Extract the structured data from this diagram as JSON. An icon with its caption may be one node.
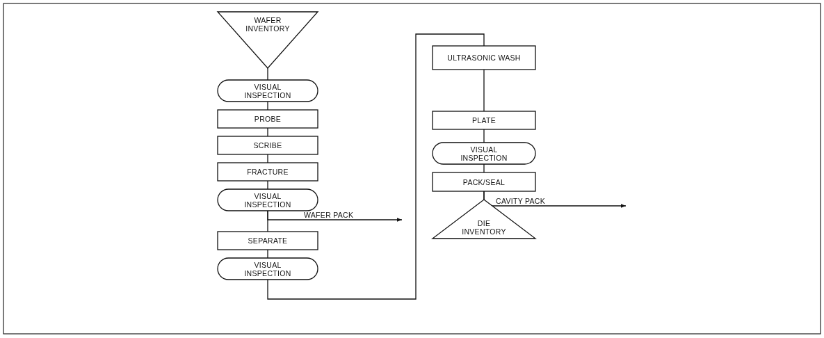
{
  "diagram": {
    "nodes": [
      {
        "text": [
          "WAFER INVENTORY"
        ]
      },
      {
        "text": [
          "VISUAL INSPECTION"
        ]
      },
      {
        "text": [
          "PROBE"
        ]
      },
      {
        "text": [
          "SCRIBE"
        ]
      },
      {
        "text": [
          "FRACTURE"
        ]
      },
      {
        "text": [
          "VISUAL INSPECTION"
        ]
      },
      {
        "text": [
          "SEPARATE"
        ]
      },
      {
        "text": [
          "VISUAL INSPECTION"
        ]
      },
      {
        "text": [
          "ULTRASONIC WASH"
        ]
      },
      {
        "text": [
          "PLATE"
        ]
      },
      {
        "text": [
          "VISUAL INSPECTION"
        ]
      },
      {
        "text": [
          "PACK/SEAL"
        ]
      },
      {
        "text": [
          "DIE INVENTORY"
        ]
      }
    ],
    "edges": [
      {
        "from": 0,
        "to": 1,
        "arrow": "none"
      },
      {
        "from": 1,
        "to": 2,
        "arrow": "none"
      },
      {
        "from": 2,
        "to": 3,
        "arrow": "none"
      },
      {
        "from": 3,
        "to": 4,
        "arrow": "none"
      },
      {
        "from": 4,
        "to": 5,
        "arrow": "none"
      },
      {
        "from": 5,
        "to": 6,
        "arrow": "none"
      },
      {
        "from": 6,
        "to": 7,
        "arrow": "none"
      },
      {
        "from": 7,
        "to": 8,
        "arrow": "none"
      },
      {
        "from": 8,
        "to": 9,
        "arrow": "none"
      },
      {
        "from": 9,
        "to": 10,
        "arrow": "none"
      },
      {
        "from": 10,
        "to": 11,
        "arrow": "none"
      },
      {
        "from": 11,
        "to": 12,
        "arrow": "none"
      },
      {
        "from": 5,
        "to": null,
        "arrow": "to",
        "label": "WAFER PACK"
      },
      {
        "from": 11,
        "to": null,
        "arrow": "to",
        "label": "CAVITY PACK"
      }
    ]
  }
}
